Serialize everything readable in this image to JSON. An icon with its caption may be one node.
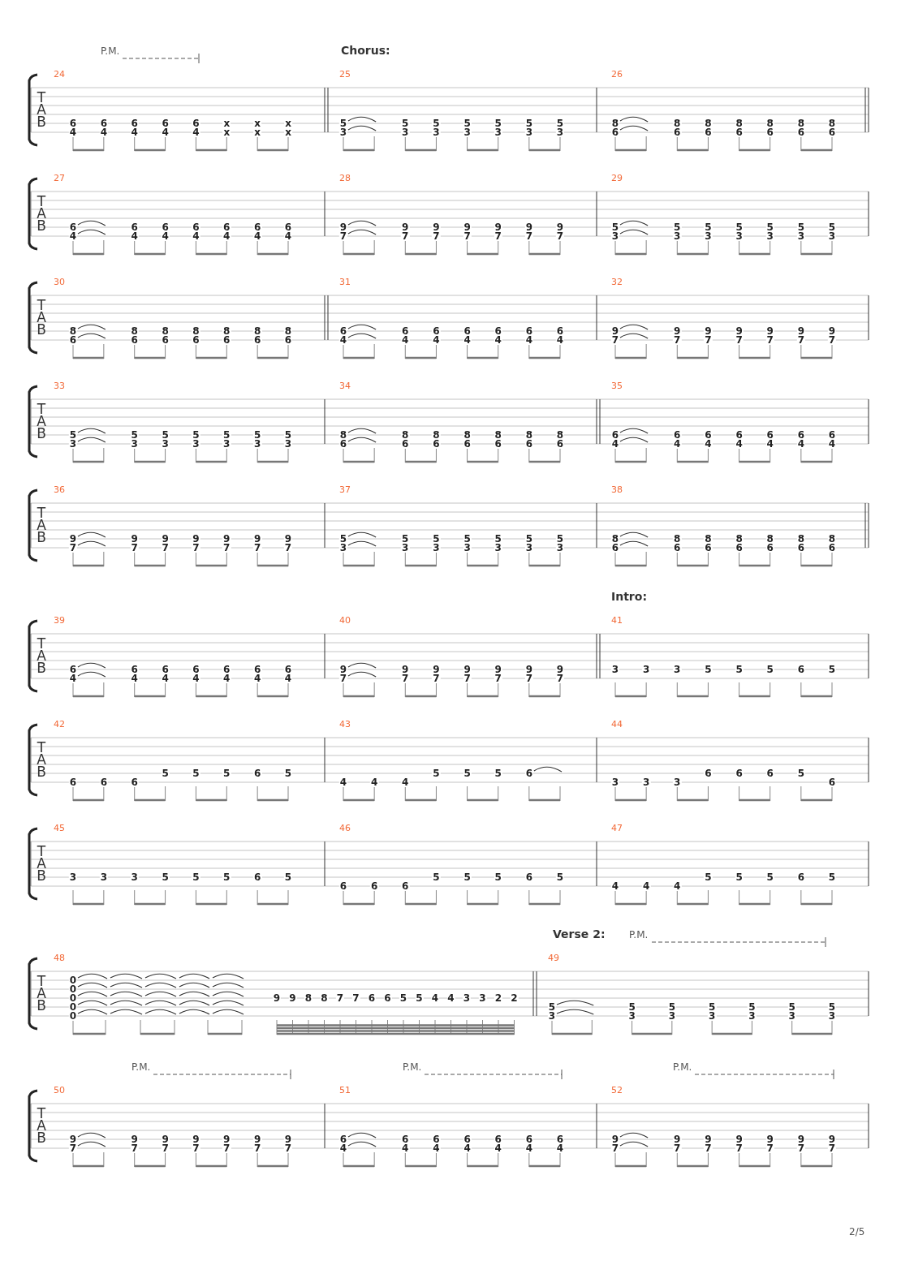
{
  "diagram": {
    "labels": [
      "P.M.",
      "Chorus:",
      "T",
      "A",
      "B",
      "24",
      "6",
      "4",
      "6",
      "4",
      "6",
      "4",
      "6",
      "4",
      "6",
      "4",
      "x",
      "x",
      "x",
      "x",
      "x",
      "x",
      "25",
      "5",
      "3",
      "5",
      "3",
      "5",
      "3",
      "5",
      "3",
      "5",
      "3",
      "5",
      "3",
      "5",
      "3",
      "26",
      "8",
      "6",
      "8",
      "6",
      "8",
      "6",
      "8",
      "6",
      "8",
      "6",
      "8",
      "6",
      "8",
      "6",
      "T",
      "A",
      "B",
      "27",
      "6",
      "4",
      "6",
      "4",
      "6",
      "4",
      "6",
      "4",
      "6",
      "4",
      "6",
      "4",
      "6",
      "4",
      "28",
      "9",
      "7",
      "9",
      "7",
      "9",
      "7",
      "9",
      "7",
      "9",
      "7",
      "9",
      "7",
      "9",
      "7",
      "29",
      "5",
      "3",
      "5",
      "3",
      "5",
      "3",
      "5",
      "3",
      "5",
      "3",
      "5",
      "3",
      "5",
      "3",
      "T",
      "A",
      "B",
      "30",
      "8",
      "6",
      "8",
      "6",
      "8",
      "6",
      "8",
      "6",
      "8",
      "6",
      "8",
      "6",
      "8",
      "6",
      "31",
      "6",
      "4",
      "6",
      "4",
      "6",
      "4",
      "6",
      "4",
      "6",
      "4",
      "6",
      "4",
      "6",
      "4",
      "32",
      "9",
      "7",
      "9",
      "7",
      "9",
      "7",
      "9",
      "7",
      "9",
      "7",
      "9",
      "7",
      "9",
      "7",
      "T",
      "A",
      "B",
      "33",
      "5",
      "3",
      "5",
      "3",
      "5",
      "3",
      "5",
      "3",
      "5",
      "3",
      "5",
      "3",
      "5",
      "3",
      "34",
      "8",
      "6",
      "8",
      "6",
      "8",
      "6",
      "8",
      "6",
      "8",
      "6",
      "8",
      "6",
      "8",
      "6",
      "35",
      "6",
      "4",
      "6",
      "4",
      "6",
      "4",
      "6",
      "4",
      "6",
      "4",
      "6",
      "4",
      "6",
      "4",
      "T",
      "A",
      "B",
      "36",
      "9",
      "7",
      "9",
      "7",
      "9",
      "7",
      "9",
      "7",
      "9",
      "7",
      "9",
      "7",
      "9",
      "7",
      "37",
      "5",
      "3",
      "5",
      "3",
      "5",
      "3",
      "5",
      "3",
      "5",
      "3",
      "5",
      "3",
      "5",
      "3",
      "38",
      "8",
      "6",
      "8",
      "6",
      "8",
      "6",
      "8",
      "6",
      "8",
      "6",
      "8",
      "6",
      "8",
      "6",
      "Intro:",
      "T",
      "A",
      "B",
      "39",
      "6",
      "4",
      "6",
      "4",
      "6",
      "4",
      "6",
      "4",
      "6",
      "4",
      "6",
      "4",
      "6",
      "4",
      "40",
      "9",
      "7",
      "9",
      "7",
      "9",
      "7",
      "9",
      "7",
      "9",
      "7",
      "9",
      "7",
      "9",
      "7",
      "41",
      "3",
      "3",
      "3",
      "5",
      "5",
      "5",
      "6",
      "5",
      "T",
      "A",
      "B",
      "42",
      "6",
      "6",
      "6",
      "5",
      "5",
      "5",
      "6",
      "5",
      "43",
      "4",
      "4",
      "4",
      "5",
      "5",
      "5",
      "6",
      "44",
      "3",
      "3",
      "3",
      "6",
      "6",
      "6",
      "5",
      "6",
      "T",
      "A",
      "B",
      "45",
      "3",
      "3",
      "3",
      "5",
      "5",
      "5",
      "6",
      "5",
      "46",
      "6",
      "6",
      "6",
      "5",
      "5",
      "5",
      "6",
      "5",
      "47",
      "4",
      "4",
      "4",
      "5",
      "5",
      "5",
      "6",
      "5",
      "Verse 2:",
      "P.M.",
      "T",
      "A",
      "B",
      "48",
      "0",
      "0",
      "0",
      "0",
      "0",
      "9",
      "9",
      "8",
      "8",
      "7",
      "7",
      "6",
      "6",
      "5",
      "5",
      "4",
      "4",
      "3",
      "3",
      "2",
      "2",
      "49",
      "5",
      "3",
      "5",
      "3",
      "5",
      "3",
      "5",
      "3",
      "5",
      "3",
      "5",
      "3",
      "5",
      "3",
      "P.M.",
      "P.M.",
      "P.M.",
      "T",
      "A",
      "B",
      "50",
      "9",
      "7",
      "9",
      "7",
      "9",
      "7",
      "9",
      "7",
      "9",
      "7",
      "9",
      "7",
      "9",
      "7",
      "51",
      "6",
      "4",
      "6",
      "4",
      "6",
      "4",
      "6",
      "4",
      "6",
      "4",
      "6",
      "4",
      "6",
      "4",
      "52",
      "9",
      "7",
      "9",
      "7",
      "9",
      "7",
      "9",
      "7",
      "9",
      "7",
      "9",
      "7",
      "9",
      "7",
      "2/5"
    ]
  }
}
